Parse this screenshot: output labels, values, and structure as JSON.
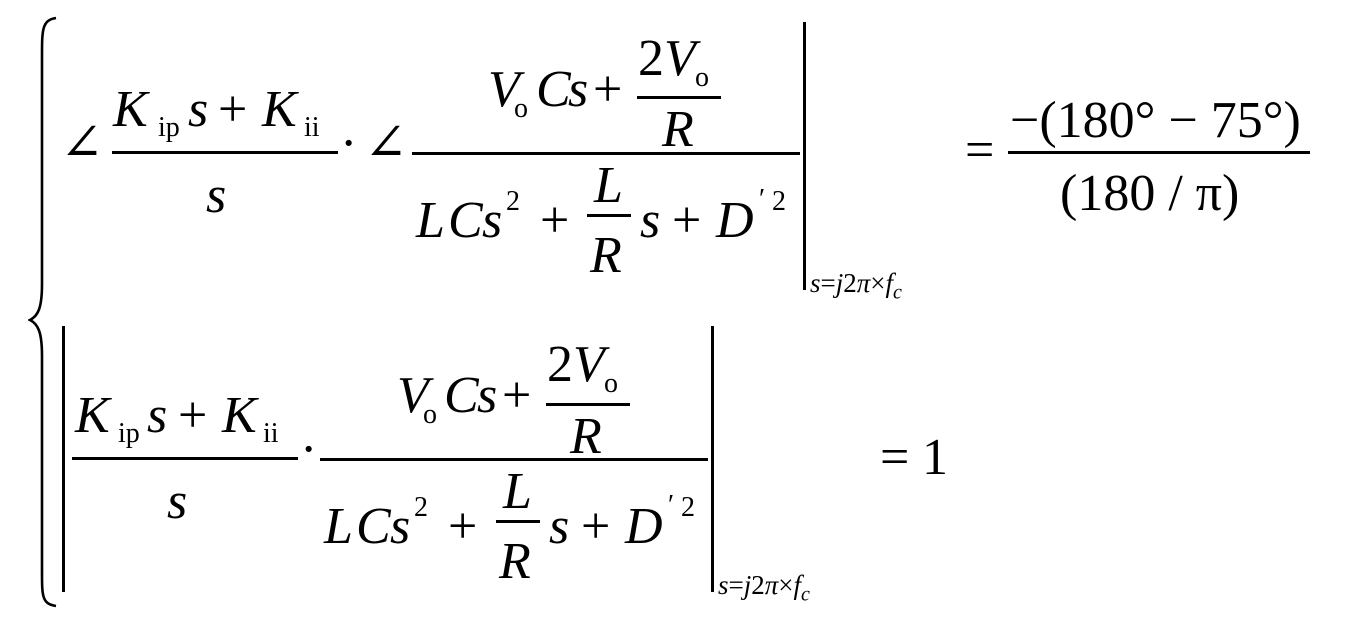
{
  "equation": {
    "relation": "=",
    "angle_symbol": "∠",
    "dot": "·",
    "K": "K",
    "s": "s",
    "V": "V",
    "C": "C",
    "L": "L",
    "R": "R",
    "D": "D",
    "plus": "+",
    "two": "2",
    "sq": "2",
    "prime": "′",
    "sub_ip": "ip",
    "sub_ii": "ii",
    "sub_o": "o",
    "eval": {
      "s": "s",
      "eq": "=",
      "j": "j",
      "two": "2",
      "pi": "π",
      "times": "×",
      "f": "f",
      "c": "c"
    },
    "row1_rhs": {
      "numerator": "−(180° − 75°)",
      "denominator": "(180 / π)"
    },
    "row2_rhs": "1"
  }
}
